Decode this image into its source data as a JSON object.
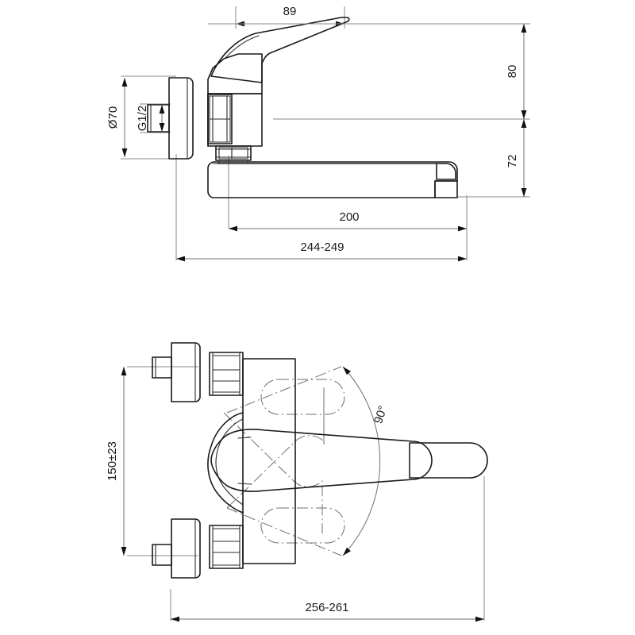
{
  "document": {
    "type": "technical-dimension-drawing",
    "subject": "wall-mounted single-lever kitchen sink mixer tap",
    "units": "mm",
    "views": [
      {
        "id": "side-elevation",
        "label": ""
      },
      {
        "id": "front-elevation",
        "label": ""
      }
    ]
  },
  "side_view": {
    "dimensions": {
      "spout_reach_top": "89",
      "diameter_escutcheon": "Ø70",
      "thread_size": "G1/2",
      "spout_projection": "200",
      "overall_projection": "244-249",
      "height_above_inlet": "80",
      "height_below_inlet": "72"
    }
  },
  "front_view": {
    "dimensions": {
      "inlet_centres": "150±23",
      "lever_swivel_angle": "90°",
      "overall_width": "256-261"
    }
  },
  "labels": {
    "dim_89": "89",
    "dim_d70": "Ø70",
    "dim_g12": "G1/2",
    "dim_200": "200",
    "dim_244_249": "244-249",
    "dim_80": "80",
    "dim_72": "72",
    "dim_150_23": "150±23",
    "dim_90deg": "90°",
    "dim_256_261": "256-261"
  },
  "colors": {
    "line": "#1a1a1a",
    "dimension_line": "#6f6f6f",
    "extension_line": "#8a8a8a",
    "text": "#1a1a1a",
    "background": "#ffffff"
  }
}
